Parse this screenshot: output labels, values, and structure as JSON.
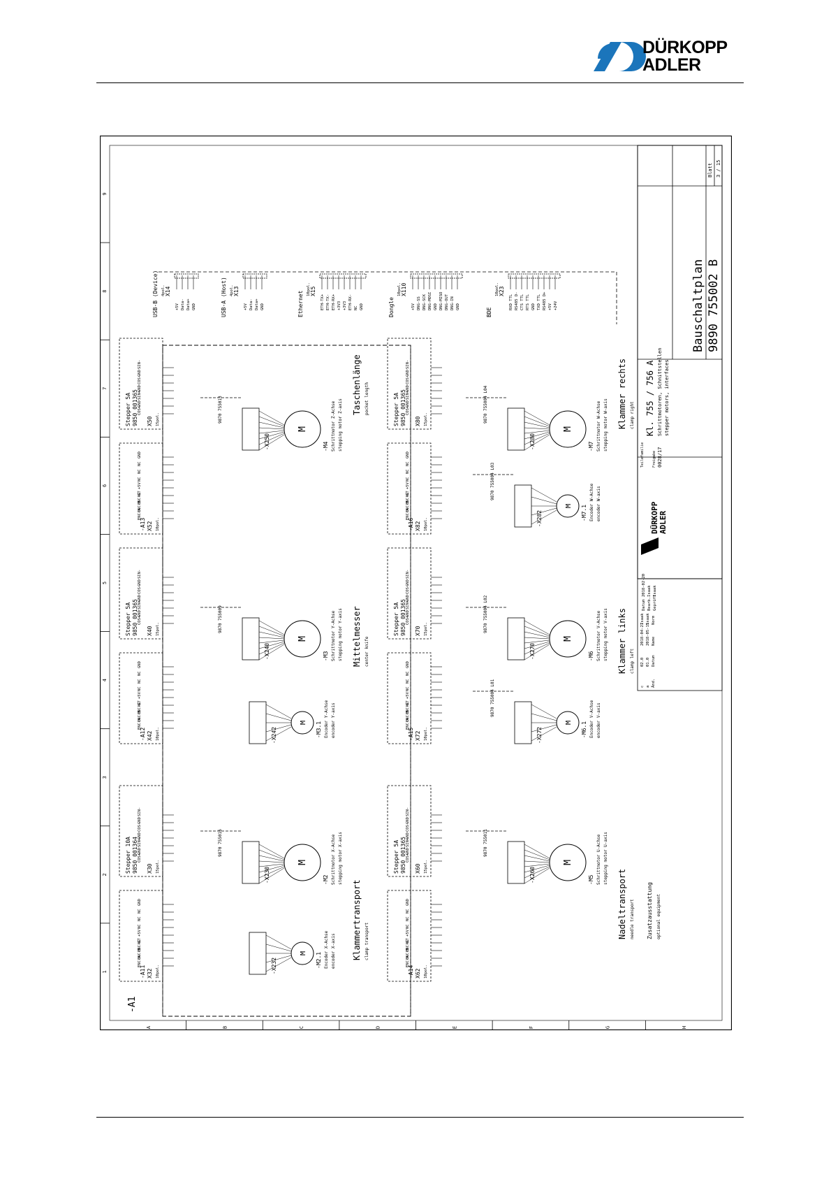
{
  "brand": {
    "name_line1": "DÜRKOPP",
    "name_line2": "ADLER",
    "color": "#1b75bb"
  },
  "sheet": {
    "main_unit": "-A1",
    "columns": [
      "1",
      "2",
      "3",
      "4",
      "5",
      "6",
      "7",
      "8",
      "9"
    ],
    "rows": [
      "A",
      "B",
      "C",
      "D",
      "E",
      "F",
      "G",
      "H"
    ],
    "connectors": [
      {
        "unit": "-A11",
        "conn": "X32",
        "pins": "10pol.",
        "type": "encoder"
      },
      {
        "unit": "",
        "conn": "X30",
        "pins": "15pol.",
        "type": "stepper",
        "title": "Stepper 10A",
        "part": "9850 001364"
      },
      {
        "unit": "-A12",
        "conn": "X42",
        "pins": "10pol.",
        "type": "encoder"
      },
      {
        "unit": "",
        "conn": "X40",
        "pins": "15pol.",
        "type": "stepper",
        "title": "Stepper 5A",
        "part": "9850 001365"
      },
      {
        "unit": "-A13",
        "conn": "X52",
        "pins": "10pol.",
        "type": "encoder"
      },
      {
        "unit": "",
        "conn": "X50",
        "pins": "15pol.",
        "type": "stepper",
        "title": "Stepper 5A",
        "part": "9850 001365"
      },
      {
        "unit": "-A14",
        "conn": "X62",
        "pins": "10pol.",
        "type": "encoder"
      },
      {
        "unit": "",
        "conn": "X60",
        "pins": "15pol.",
        "type": "stepper",
        "title": "Stepper 5A",
        "part": "9850 001365"
      },
      {
        "unit": "-A15",
        "conn": "X72",
        "pins": "10pol.",
        "type": "encoder"
      },
      {
        "unit": "",
        "conn": "X70",
        "pins": "15pol.",
        "type": "stepper",
        "title": "Stepper 5A",
        "part": "9850 001365"
      },
      {
        "unit": "-A16",
        "conn": "X82",
        "pins": "10pol.",
        "type": "encoder"
      },
      {
        "unit": "",
        "conn": "X80",
        "pins": "15pol.",
        "type": "stepper",
        "title": "Stepper 5A",
        "part": "9850 001365"
      }
    ],
    "encoder_pins": [
      "ENC-A",
      "ENC-B",
      "ENC-GT",
      "NC",
      "+5V",
      "NC",
      "NC",
      "NC",
      "GND"
    ],
    "stepper_pins": [
      "COS+",
      "GND",
      "SIN+",
      "GND",
      "COS-",
      "GND",
      "SIN-"
    ],
    "motors": [
      {
        "ref": "-M2",
        "de": "Schrittmotor X-Achse",
        "en": "stepping motor X-axis",
        "plug": "-X230",
        "cable": "9870 755016"
      },
      {
        "ref": "-M2.1",
        "de": "Encoder X-Achse",
        "en": "encoder X-axis",
        "plug": "-X232",
        "cable": ""
      },
      {
        "ref": "-M3",
        "de": "Schrittmotor Y-Achse",
        "en": "stepping motor Y-axis",
        "plug": "-X240",
        "cable": "9870 755009"
      },
      {
        "ref": "-M3.1",
        "de": "Encoder Y-Achse",
        "en": "encoder Y-axis",
        "plug": "-X242",
        "cable": ""
      },
      {
        "ref": "-M4",
        "de": "Schrittmotor Z-Achse",
        "en": "stepping motor Z-axis",
        "plug": "-X250",
        "cable": "9870 755013"
      },
      {
        "ref": "-M5",
        "de": "Schrittmotor U-Achse",
        "en": "stepping motor U-axis",
        "plug": "-X260",
        "cable": "9870 755011"
      },
      {
        "ref": "-M6",
        "de": "Schrittmotor V-Achse",
        "en": "stepping motor V-axis",
        "plug": "-X270",
        "cable": "9870 755004 L02"
      },
      {
        "ref": "-M6.1",
        "de": "Encoder V-Achse",
        "en": "encoder V-axis",
        "plug": "-X272",
        "cable": "9870 755004 L01"
      },
      {
        "ref": "-M7",
        "de": "Schrittmotor W-Achse",
        "en": "stepping motor W-axis",
        "plug": "-X280",
        "cable": "9870 755004 L04"
      },
      {
        "ref": "-M7.1",
        "de": "Encoder W-Achse",
        "en": "encoder W-axis",
        "plug": "-X282",
        "cable": "9870 755004 L03"
      }
    ],
    "groups": [
      {
        "de": "Klammertransport",
        "en": "clamp transport"
      },
      {
        "de": "Mittelmesser",
        "en": "center knife"
      },
      {
        "de": "Taschenlänge",
        "en": "pocket length"
      },
      {
        "de": "Nadeltransport",
        "en": "needle transport"
      },
      {
        "de": "Klammer links",
        "en": "clamp left"
      },
      {
        "de": "Klammer rechts",
        "en": "clamp right"
      }
    ],
    "interfaces": [
      {
        "name": "USB-B (Device)",
        "conn": "X14",
        "pins": "4pol.",
        "signals": [
          "+5V",
          "Data-",
          "Data+",
          "GND"
        ]
      },
      {
        "name": "USB-A (Host)",
        "conn": "X13",
        "pins": "4pol.",
        "signals": [
          "+5V",
          "Data-",
          "Data+",
          "GND"
        ]
      },
      {
        "name": "Ethernet",
        "conn": "X15",
        "pins": "10pol.",
        "signals": [
          "ETH-TX+",
          "ETH-TX-",
          "ETH-RX+",
          "+3V3",
          "+3V3",
          "ETH-RX-",
          "NC",
          "GND"
        ]
      },
      {
        "name": "Dongle",
        "conn": "X110",
        "pins": "10pol.",
        "signals": [
          "+5V",
          "DNG-SS",
          "DNG-SCK",
          "DNG-MOSI",
          "GND",
          "DNG-MISO",
          "DNG-OUT",
          "DNG-IN",
          "GND"
        ]
      },
      {
        "name": "BDE",
        "conn": "X23",
        "pins": "10pol.",
        "signals": [
          "RXD TTL",
          "RS485 D-",
          "CTS TTL",
          "RTS TTL",
          "GND",
          "TXD TTL",
          "RS485 D+",
          "+5V",
          "+24V"
        ]
      }
    ],
    "optional": {
      "de": "Zusatzausstattung",
      "en": "optional equipment"
    },
    "title_block": {
      "rev_rows": [
        [
          "c",
          "02.0",
          "2018-04-27",
          "Isaak"
        ],
        [
          "a",
          "01.0",
          "2018-05-15",
          "Isaak"
        ]
      ],
      "col_heads": [
        "Änd.",
        "Datum",
        "Name",
        "Norm"
      ],
      "date_label": "Datum",
      "date_value": "2018-02-20",
      "drawn_label": "Bearb.",
      "drawn_value": "Isaak",
      "checked_label": "Geprüft",
      "checked_value": "Isaak",
      "family_label": "Teilefamilie",
      "release_label": "Freigabe",
      "release_value": "0028/17",
      "class": "Kl. 755 / 756 A",
      "subtitle_de": "Schrittmotoren, Schnittstellen",
      "subtitle_en": "stepper motors, interfaces",
      "doc_title": "Bauschaltplan",
      "doc_number": "9890  755002 B",
      "sheet_label": "Blatt",
      "sheet_value": "3 / 15"
    }
  }
}
